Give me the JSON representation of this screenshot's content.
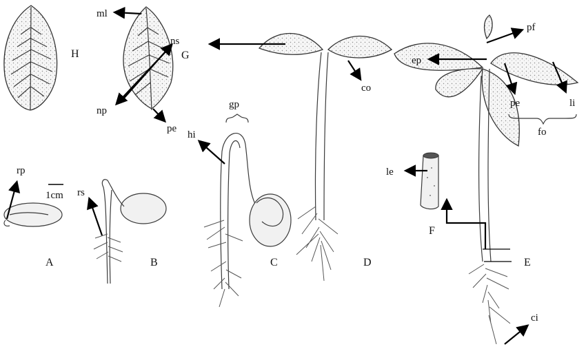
{
  "panels": {
    "A": "A",
    "B": "B",
    "C": "C",
    "D": "D",
    "E": "E",
    "F": "F",
    "G": "G",
    "H": "H"
  },
  "labels": {
    "rp": "rp",
    "scale": "1cm",
    "rs": "rs",
    "hi": "hi",
    "gp": "gp",
    "co": "co",
    "ml": "ml",
    "ns": "ns",
    "np": "np",
    "pe_g": "pe",
    "ep": "ep",
    "pf": "pf",
    "pe_e": "pe",
    "li": "li",
    "fo": "fo",
    "le": "le",
    "ci": "ci"
  }
}
